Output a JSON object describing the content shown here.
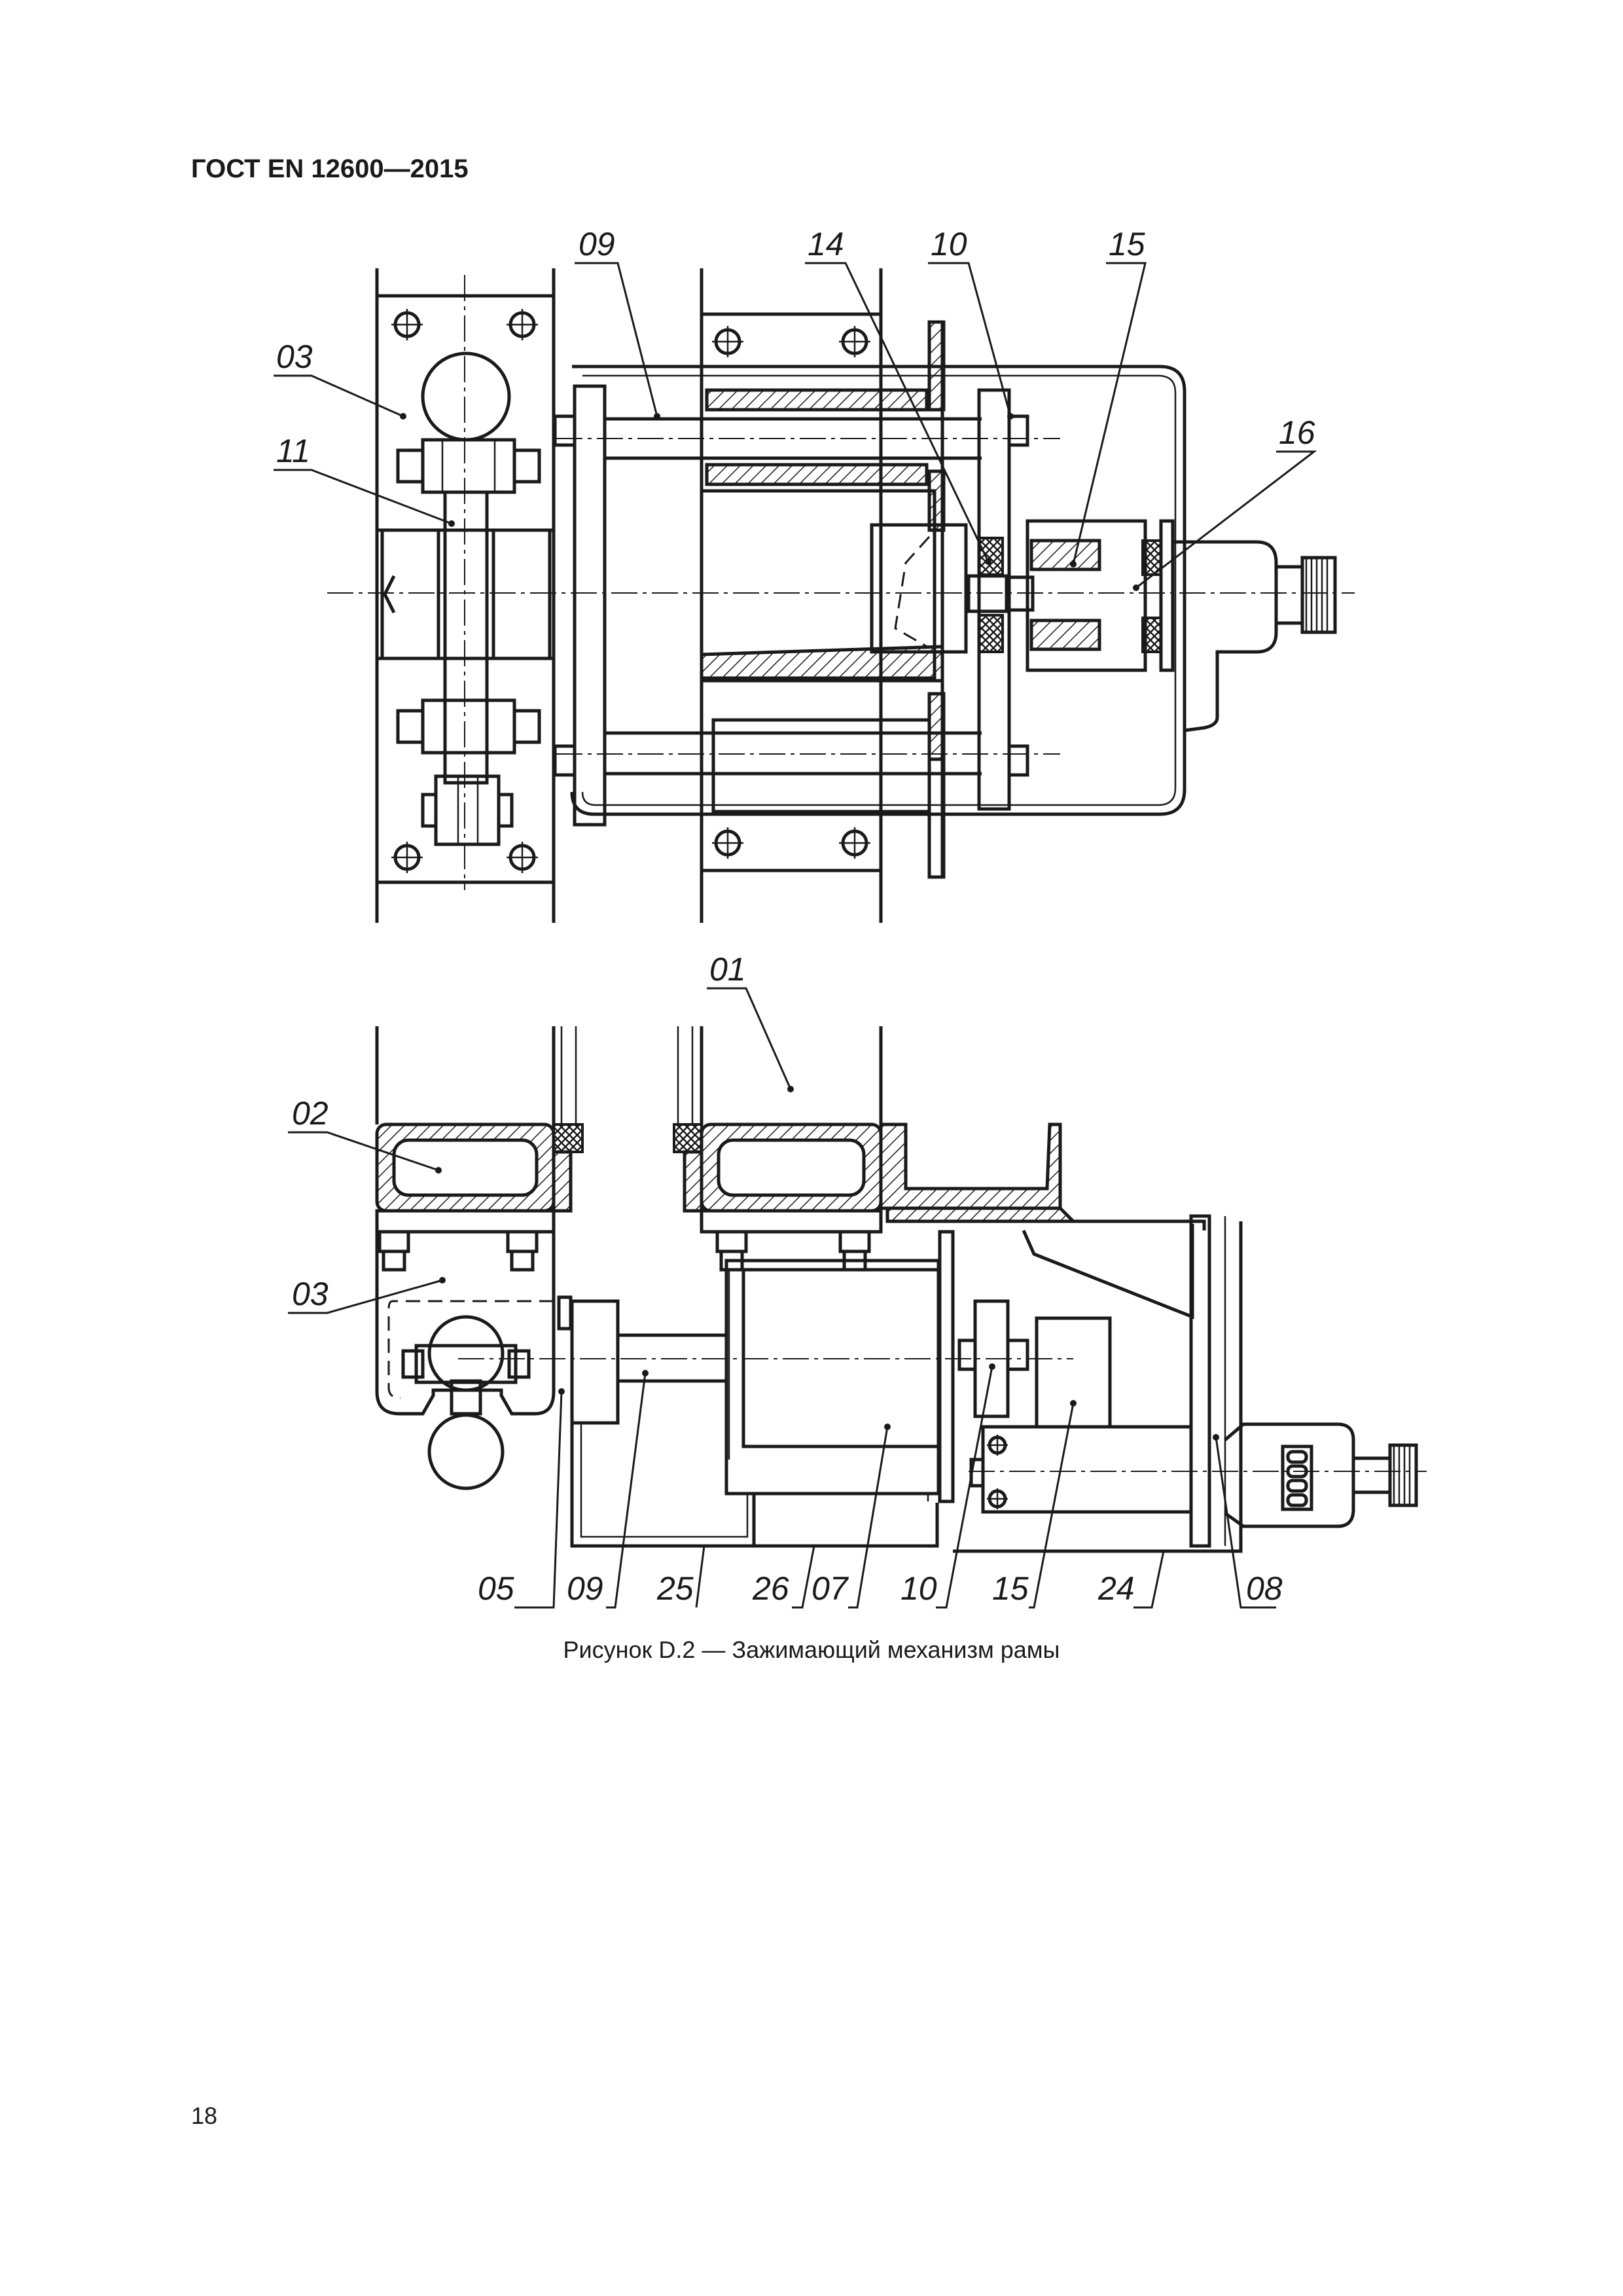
{
  "header": {
    "document_id": "ГОСТ EN 12600—2015"
  },
  "figure": {
    "caption": "Рисунок D.2 — Зажимающий механизм рамы",
    "top_view_labels": [
      "09",
      "14",
      "10",
      "15",
      "03",
      "16",
      "11"
    ],
    "side_view_labels": [
      "01",
      "02",
      "03",
      "05",
      "09",
      "25",
      "26",
      "07",
      "10",
      "15",
      "24",
      "08"
    ]
  },
  "page": {
    "number": "18"
  }
}
